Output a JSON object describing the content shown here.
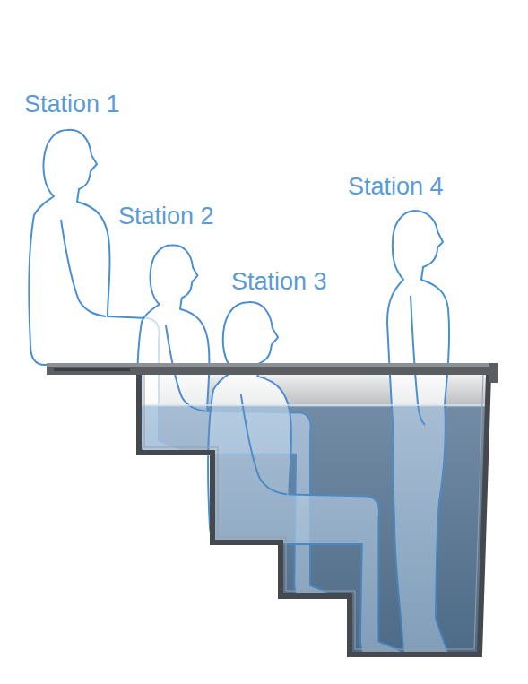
{
  "diagram": {
    "labels": [
      "Station 1",
      "Station 2",
      "Station 3",
      "Station 4"
    ]
  }
}
